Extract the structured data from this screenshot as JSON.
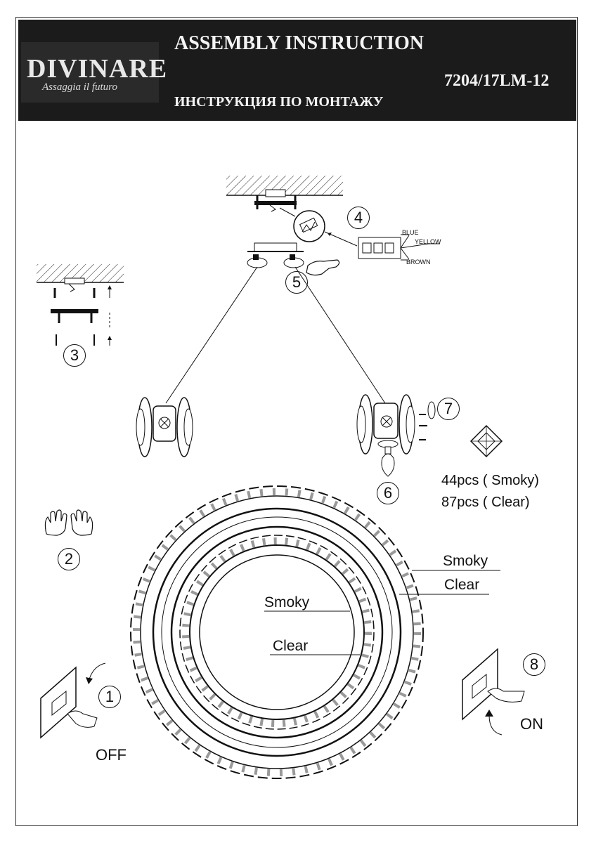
{
  "header": {
    "logo_main": "DIVINARE",
    "logo_tagline": "Assaggia il futuro",
    "title_en": "ASSEMBLY INSTRUCTION",
    "title_ru": "ИНСТРУКЦИЯ ПО МОНТАЖУ",
    "model": "7204/17LM-12"
  },
  "steps": [
    "1",
    "2",
    "3",
    "4",
    "5",
    "6",
    "7",
    "8"
  ],
  "wires": {
    "blue": "BLUE",
    "yellow": "YELLOW",
    "brown": "BROWN"
  },
  "crystals": {
    "smoky_count": "44pcs ( Smoky)",
    "clear_count": "87pcs ( Clear)"
  },
  "labels": {
    "outer_smoky": "Smoky",
    "outer_clear": "Clear",
    "inner_smoky": "Smoky",
    "inner_clear": "Clear",
    "off": "OFF",
    "on": "ON"
  },
  "icons": [
    "light-switch-icon",
    "hand-icon",
    "gloves-icon",
    "crystal-icon",
    "ceiling-icon",
    "bulb-icon",
    "arrow-icon"
  ]
}
